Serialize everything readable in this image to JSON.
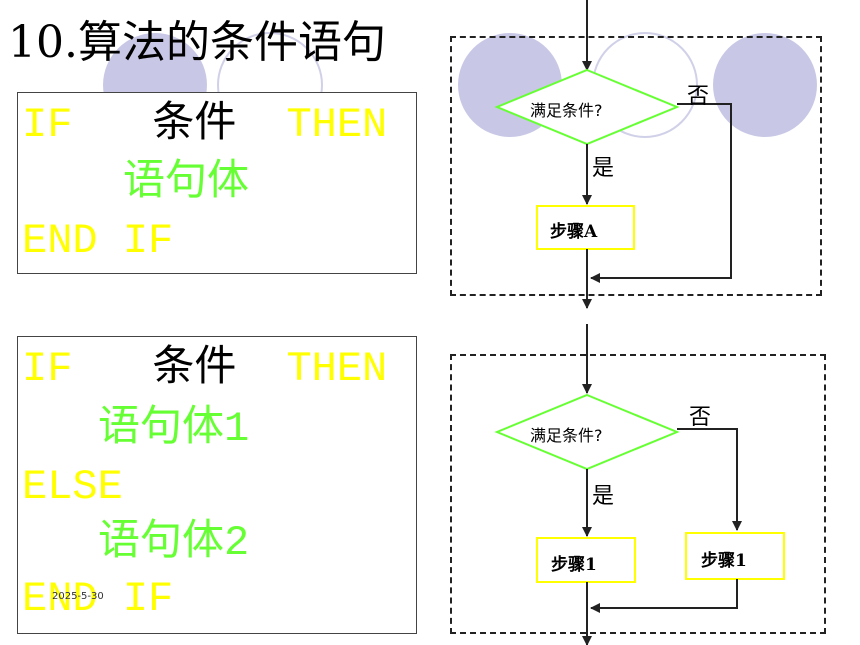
{
  "title": "10.算法的条件语句",
  "code1": {
    "line1_if": "IF",
    "line1_cond": "条件",
    "line1_then": "THEN",
    "line2_body": "语句体",
    "line3_end": "END IF"
  },
  "code2": {
    "line1_if": "IF",
    "line1_cond": "条件",
    "line1_then": "THEN",
    "line2_body": "语句体1",
    "line3_else": "ELSE",
    "line4_body": "语句体2",
    "line5_end": "END IF"
  },
  "flow1": {
    "decision": "满足条件?",
    "yes": "是",
    "no": "否",
    "step": "步骤A"
  },
  "flow2": {
    "decision": "满足条件?",
    "yes": "是",
    "no": "否",
    "step_left": "步骤1",
    "step_right": "步骤1"
  },
  "footer_date": "2025-5-30",
  "colors": {
    "keyword": "#ffff00",
    "body": "#66ff33",
    "decision_border": "#66ff33",
    "step_border": "#ffff00",
    "circle_fill": "#c8c8e6"
  }
}
